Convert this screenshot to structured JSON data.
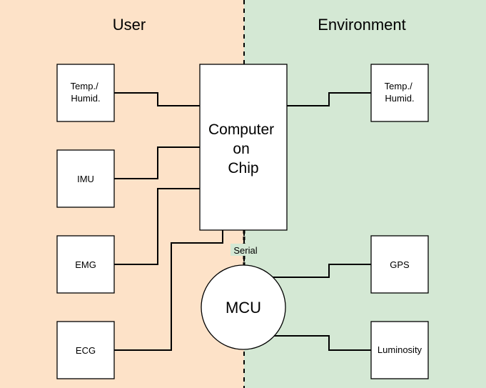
{
  "colors": {
    "user_bg": "#fde2c8",
    "environment_bg": "#d4e8d4",
    "box_fill": "#ffffff",
    "stroke": "#000000"
  },
  "regions": {
    "user": "User",
    "environment": "Environment"
  },
  "nodes": {
    "computer": [
      "Computer",
      "on",
      "Chip"
    ],
    "mcu": "MCU",
    "temp_humid_user": [
      "Temp./",
      "Humid."
    ],
    "imu": "IMU",
    "emg": "EMG",
    "ecg": "ECG",
    "temp_humid_env": [
      "Temp./",
      "Humid."
    ],
    "gps": "GPS",
    "luminosity": "Luminosity"
  },
  "edges": {
    "serial_label": "Serial"
  }
}
